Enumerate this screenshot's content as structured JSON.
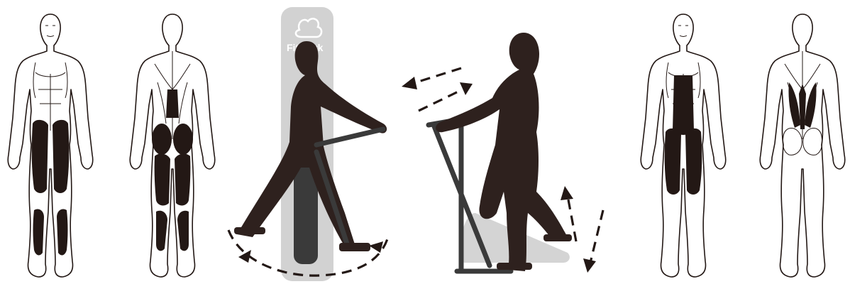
{
  "brand": {
    "logo_text": "Fit Park",
    "panel_color": "#d2d2d2"
  },
  "colors": {
    "muscle": "#231815",
    "silhouette": "#2e211e",
    "machine": "#3a3a3a"
  },
  "figures": [
    {
      "name": "anatomy-front-legs",
      "highlight": "quadriceps"
    },
    {
      "name": "anatomy-back-legs",
      "highlight": "glutes-hamstrings-calves"
    },
    {
      "name": "exercise-walker",
      "motion": "pendulum-swing"
    },
    {
      "name": "exercise-stepper",
      "motion": "push-pull-up-down"
    },
    {
      "name": "anatomy-front-core",
      "highlight": "abs-quadriceps"
    },
    {
      "name": "anatomy-back-core",
      "highlight": "lower-back-glutes"
    }
  ]
}
